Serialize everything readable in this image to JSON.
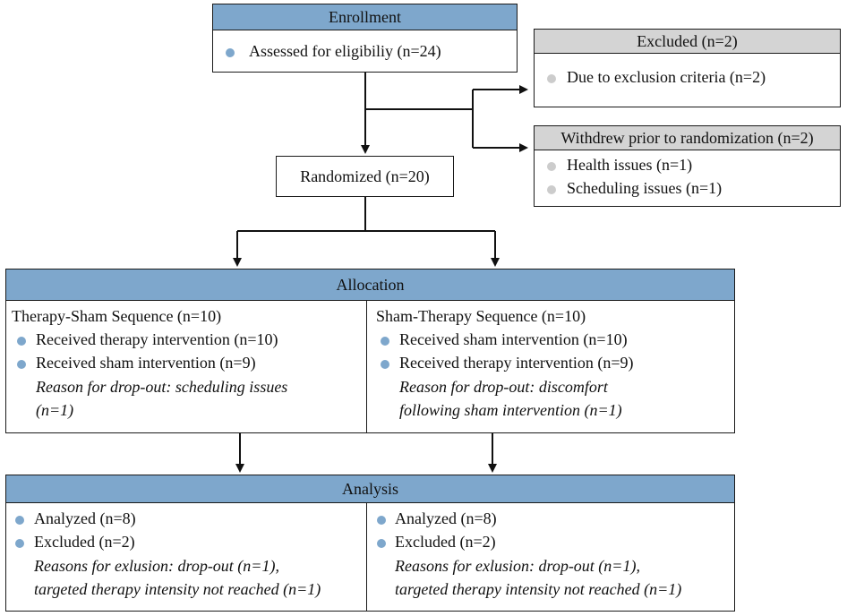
{
  "enrollment": {
    "title": "Enrollment",
    "items": [
      "Assessed for eligibiliy (n=24)"
    ]
  },
  "excluded": {
    "title": "Excluded (n=2)",
    "items": [
      "Due to exclusion criteria (n=2)"
    ]
  },
  "withdrew": {
    "title": "Withdrew prior to randomization (n=2)",
    "items": [
      "Health issues (n=1)",
      "Scheduling issues (n=1)"
    ]
  },
  "randomized": {
    "label": "Randomized (n=20)"
  },
  "allocation": {
    "title": "Allocation",
    "left": {
      "heading": "Therapy-Sham Sequence (n=10)",
      "items": [
        "Received therapy intervention (n=10)",
        "Received sham intervention (n=9)"
      ],
      "note_lines": [
        "Reason for drop-out: scheduling issues",
        "(n=1)"
      ]
    },
    "right": {
      "heading": "Sham-Therapy Sequence (n=10)",
      "items": [
        "Received sham intervention (n=10)",
        "Received therapy intervention (n=9)"
      ],
      "note_lines": [
        "Reason for drop-out: discomfort",
        "following sham intervention (n=1)"
      ]
    }
  },
  "analysis": {
    "title": "Analysis",
    "left": {
      "items": [
        "Analyzed (n=8)",
        "Excluded (n=2)"
      ],
      "note_lines": [
        "Reasons for exlusion: drop-out (n=1),",
        "targeted therapy intensity not reached (n=1)"
      ]
    },
    "right": {
      "items": [
        "Analyzed (n=8)",
        "Excluded (n=2)"
      ],
      "note_lines": [
        "Reasons for exlusion: drop-out (n=1),",
        "targeted therapy intensity not reached (n=1)"
      ]
    }
  },
  "colors": {
    "header_blue": "#7ea7cc",
    "header_grey": "#d4d4d4",
    "bullet_blue": "#7ea7cc",
    "bullet_grey": "#cccccc"
  }
}
